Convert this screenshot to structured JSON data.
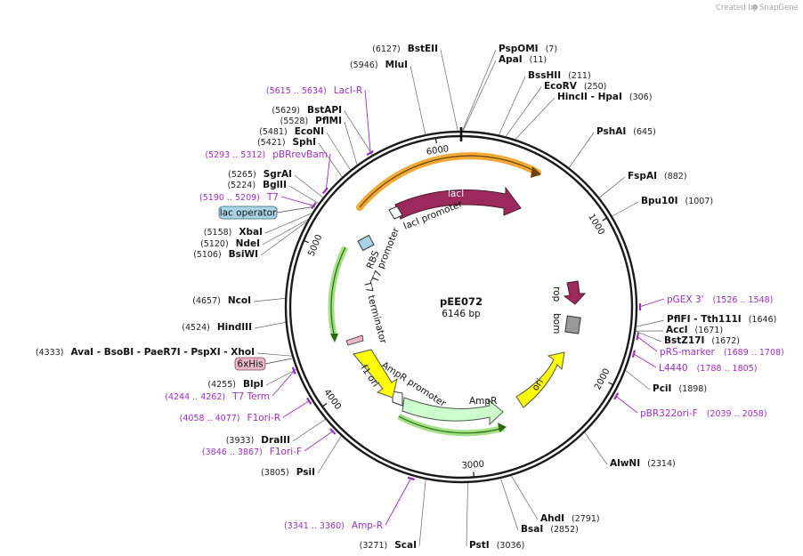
{
  "watermark": {
    "prefix": "Created by",
    "brand": "SnapGene"
  },
  "plasmid": {
    "name": "pEE072",
    "length_label": "6146 bp",
    "length": 6146
  },
  "ruler_ticks": [
    {
      "label": "1000",
      "bp": 1000
    },
    {
      "label": "2000",
      "bp": 2000
    },
    {
      "label": "3000",
      "bp": 3000
    },
    {
      "label": "4000",
      "bp": 4000
    },
    {
      "label": "5000",
      "bp": 5000
    },
    {
      "label": "6000",
      "bp": 6000
    }
  ],
  "sites_right": [
    {
      "pos": "(7)",
      "name": "PspOMI",
      "bp": 7
    },
    {
      "pos": "(11)",
      "name": "ApaI",
      "bp": 11
    },
    {
      "pos": "(211)",
      "name": "BssHII",
      "bp": 211
    },
    {
      "pos": "(250)",
      "name": "EcoRV",
      "bp": 250
    },
    {
      "pos": "(306)",
      "name": "HincII  -  HpaI",
      "bp": 306
    },
    {
      "pos": "(645)",
      "name": "PshAI",
      "bp": 645
    },
    {
      "pos": "(882)",
      "name": "FspAI",
      "bp": 882
    },
    {
      "pos": "(1007)",
      "name": "Bpu10I",
      "bp": 1007
    },
    {
      "pos": "(1646)",
      "name": "PflFI  -  Tth111I",
      "bp": 1646
    },
    {
      "pos": "(1671)",
      "name": "AccI",
      "bp": 1671
    },
    {
      "pos": "(1672)",
      "name": "BstZ17I",
      "bp": 1672
    },
    {
      "pos": "(1898)",
      "name": "PciI",
      "bp": 1898
    },
    {
      "pos": "(2314)",
      "name": "AlwNI",
      "bp": 2314
    },
    {
      "pos": "(2791)",
      "name": "AhdI",
      "bp": 2791
    },
    {
      "pos": "(2852)",
      "name": "BsaI",
      "bp": 2852
    },
    {
      "pos": "(3036)",
      "name": "PstI",
      "bp": 3036
    }
  ],
  "sites_left": [
    {
      "pos": "(6127)",
      "name": "BstEII",
      "bp": 6127
    },
    {
      "pos": "(5946)",
      "name": "MluI",
      "bp": 5946
    },
    {
      "pos": "(5629)",
      "name": "BstAPI",
      "bp": 5629
    },
    {
      "pos": "(5528)",
      "name": "PflMI",
      "bp": 5528
    },
    {
      "pos": "(5481)",
      "name": "EcoNI",
      "bp": 5481
    },
    {
      "pos": "(5421)",
      "name": "SphI",
      "bp": 5421
    },
    {
      "pos": "(5265)",
      "name": "SgrAI",
      "bp": 5265
    },
    {
      "pos": "(5224)",
      "name": "BglII",
      "bp": 5224
    },
    {
      "pos": "(5158)",
      "name": "XbaI",
      "bp": 5158
    },
    {
      "pos": "(5120)",
      "name": "NdeI",
      "bp": 5120
    },
    {
      "pos": "(5106)",
      "name": "BsiWI",
      "bp": 5106
    },
    {
      "pos": "(4657)",
      "name": "NcoI",
      "bp": 4657
    },
    {
      "pos": "(4524)",
      "name": "HindIII",
      "bp": 4524
    },
    {
      "pos": "(4333)",
      "name": "AvaI   -  BsoBI   -  PaeR7I   -  PspXI   -  XhoI",
      "bp": 4333
    },
    {
      "pos": "(4255)",
      "name": "BlpI",
      "bp": 4255
    },
    {
      "pos": "(3933)",
      "name": "DraIII",
      "bp": 3933
    },
    {
      "pos": "(3805)",
      "name": "PsiI",
      "bp": 3805
    },
    {
      "pos": "(3271)",
      "name": "ScaI",
      "bp": 3271
    }
  ],
  "primers_right": [
    {
      "name": "pGEX 3'",
      "pos": "(1526 .. 1548)",
      "bp": 1537
    },
    {
      "name": "pRS-marker",
      "pos": "(1689 .. 1708)",
      "bp": 1698
    },
    {
      "name": "L4440",
      "pos": "(1788 .. 1805)",
      "bp": 1796
    },
    {
      "name": "pBR322ori-F",
      "pos": "(2039 .. 2058)",
      "bp": 2048
    }
  ],
  "primers_left": [
    {
      "name": "LacI-R",
      "pos": "(5615 .. 5634)",
      "bp": 5624
    },
    {
      "name": "pBRrevBam",
      "pos": "(5293 .. 5312)",
      "bp": 5302
    },
    {
      "name": "T7",
      "pos": "(5190 .. 5209)",
      "bp": 5199
    },
    {
      "name": "T7 Term",
      "pos": "(4244 .. 4262)",
      "bp": 4253
    },
    {
      "name": "F1ori-R",
      "pos": "(4058 .. 4077)",
      "bp": 4067
    },
    {
      "name": "F1ori-F",
      "pos": "(3846 .. 3867)",
      "bp": 3856
    },
    {
      "name": "Amp-R",
      "pos": "(3341 .. 3360)",
      "bp": 3350
    }
  ],
  "tags": [
    {
      "name": "lac operator",
      "color": "#a8d4e6"
    },
    {
      "name": "6xHis",
      "color": "#e8b8c8"
    }
  ],
  "features": [
    {
      "name": "lacI",
      "color": "#9c2a5c"
    },
    {
      "name": "lacI promoter",
      "color": "#ffffff"
    },
    {
      "name": "rop",
      "color": "#9c2a5c"
    },
    {
      "name": "bom",
      "color": "#999999"
    },
    {
      "name": "ori",
      "color": "#ffff00"
    },
    {
      "name": "AmpR",
      "color": "#ccffcc"
    },
    {
      "name": "AmpR promoter",
      "color": "#ffffff"
    },
    {
      "name": "f1 ori",
      "color": "#ffff00"
    },
    {
      "name": "T7 terminator",
      "color": "#66cc33"
    },
    {
      "name": "T7 promoter",
      "color": "#ffffff"
    },
    {
      "name": "RBS",
      "color": "#ffffff"
    }
  ],
  "colors": {
    "backbone": "#1a1a1a",
    "primer": "#9b2fc4",
    "orange_arc": "#f0a020",
    "green_arc": "#3a9a1a"
  }
}
